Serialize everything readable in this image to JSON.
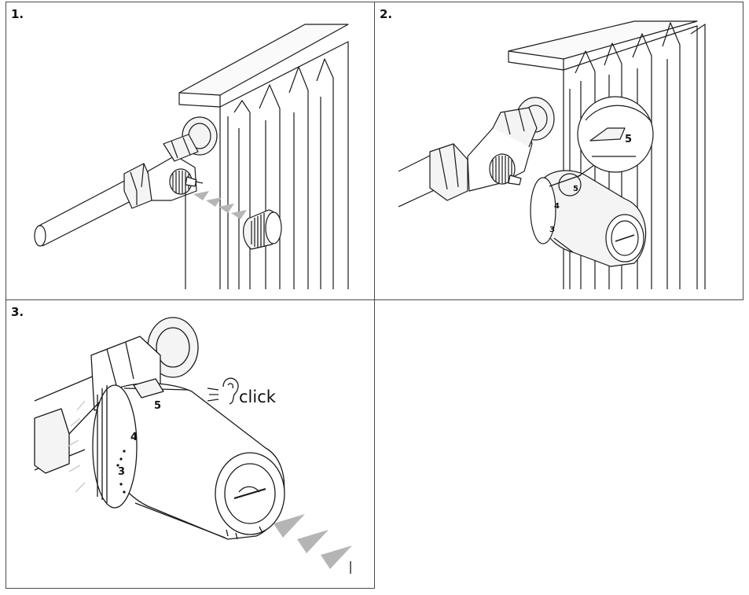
{
  "steps": [
    {
      "number": "1."
    },
    {
      "number": "2."
    },
    {
      "number": "3."
    }
  ],
  "callout": {
    "text": "click"
  },
  "dial": {
    "panel2_labels": [
      "5",
      "4",
      "3"
    ],
    "panel3_labels": [
      "5",
      "4",
      "3"
    ]
  },
  "colors": {
    "line": "#1a1a1a",
    "arrow_gray": "#b5b5b5",
    "fill_light": "#f4f4f4",
    "border": "#4a4a4a"
  }
}
